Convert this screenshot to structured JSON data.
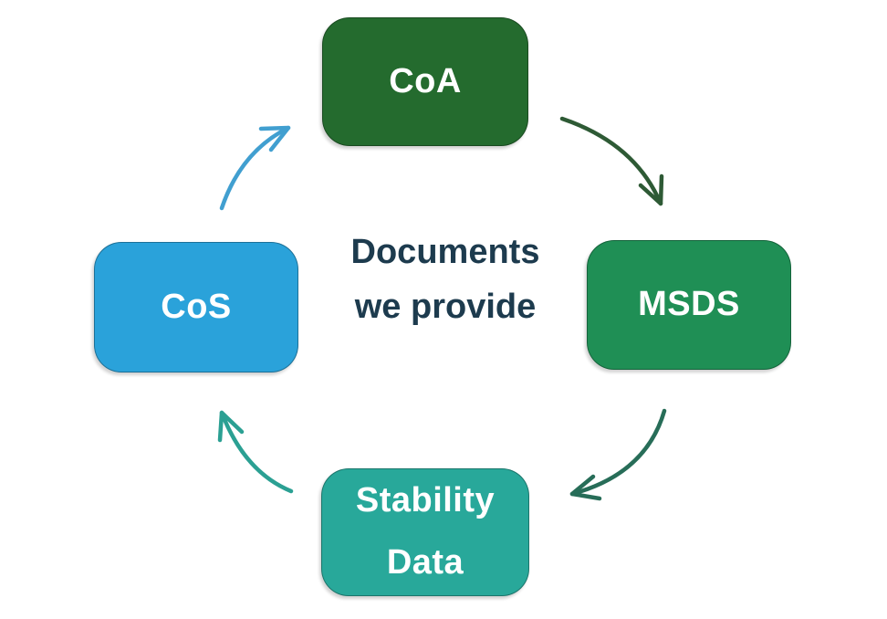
{
  "diagram": {
    "background": "#ffffff",
    "center_title": {
      "line1": "Documents",
      "line2": "we provide",
      "color": "#1d3b4e"
    },
    "nodes": [
      {
        "id": "coa",
        "label": "CoA",
        "fill": "#246b2e",
        "text_color": "#ffffff"
      },
      {
        "id": "msds",
        "label": "MSDS",
        "fill": "#1f8f55",
        "text_color": "#ffffff"
      },
      {
        "id": "stability-data",
        "label": "Stability Data",
        "fill": "#28a89a",
        "text_color": "#ffffff"
      },
      {
        "id": "cos",
        "label": "CoS",
        "fill": "#2aa2da",
        "text_color": "#ffffff"
      }
    ],
    "arrows": [
      {
        "from": "CoA",
        "to": "MSDS",
        "color": "#2e5a35"
      },
      {
        "from": "MSDS",
        "to": "Stability Data",
        "color": "#276d58"
      },
      {
        "from": "Stability Data",
        "to": "CoS",
        "color": "#2ba093"
      },
      {
        "from": "CoS",
        "to": "CoA",
        "color": "#419fd0"
      }
    ]
  }
}
